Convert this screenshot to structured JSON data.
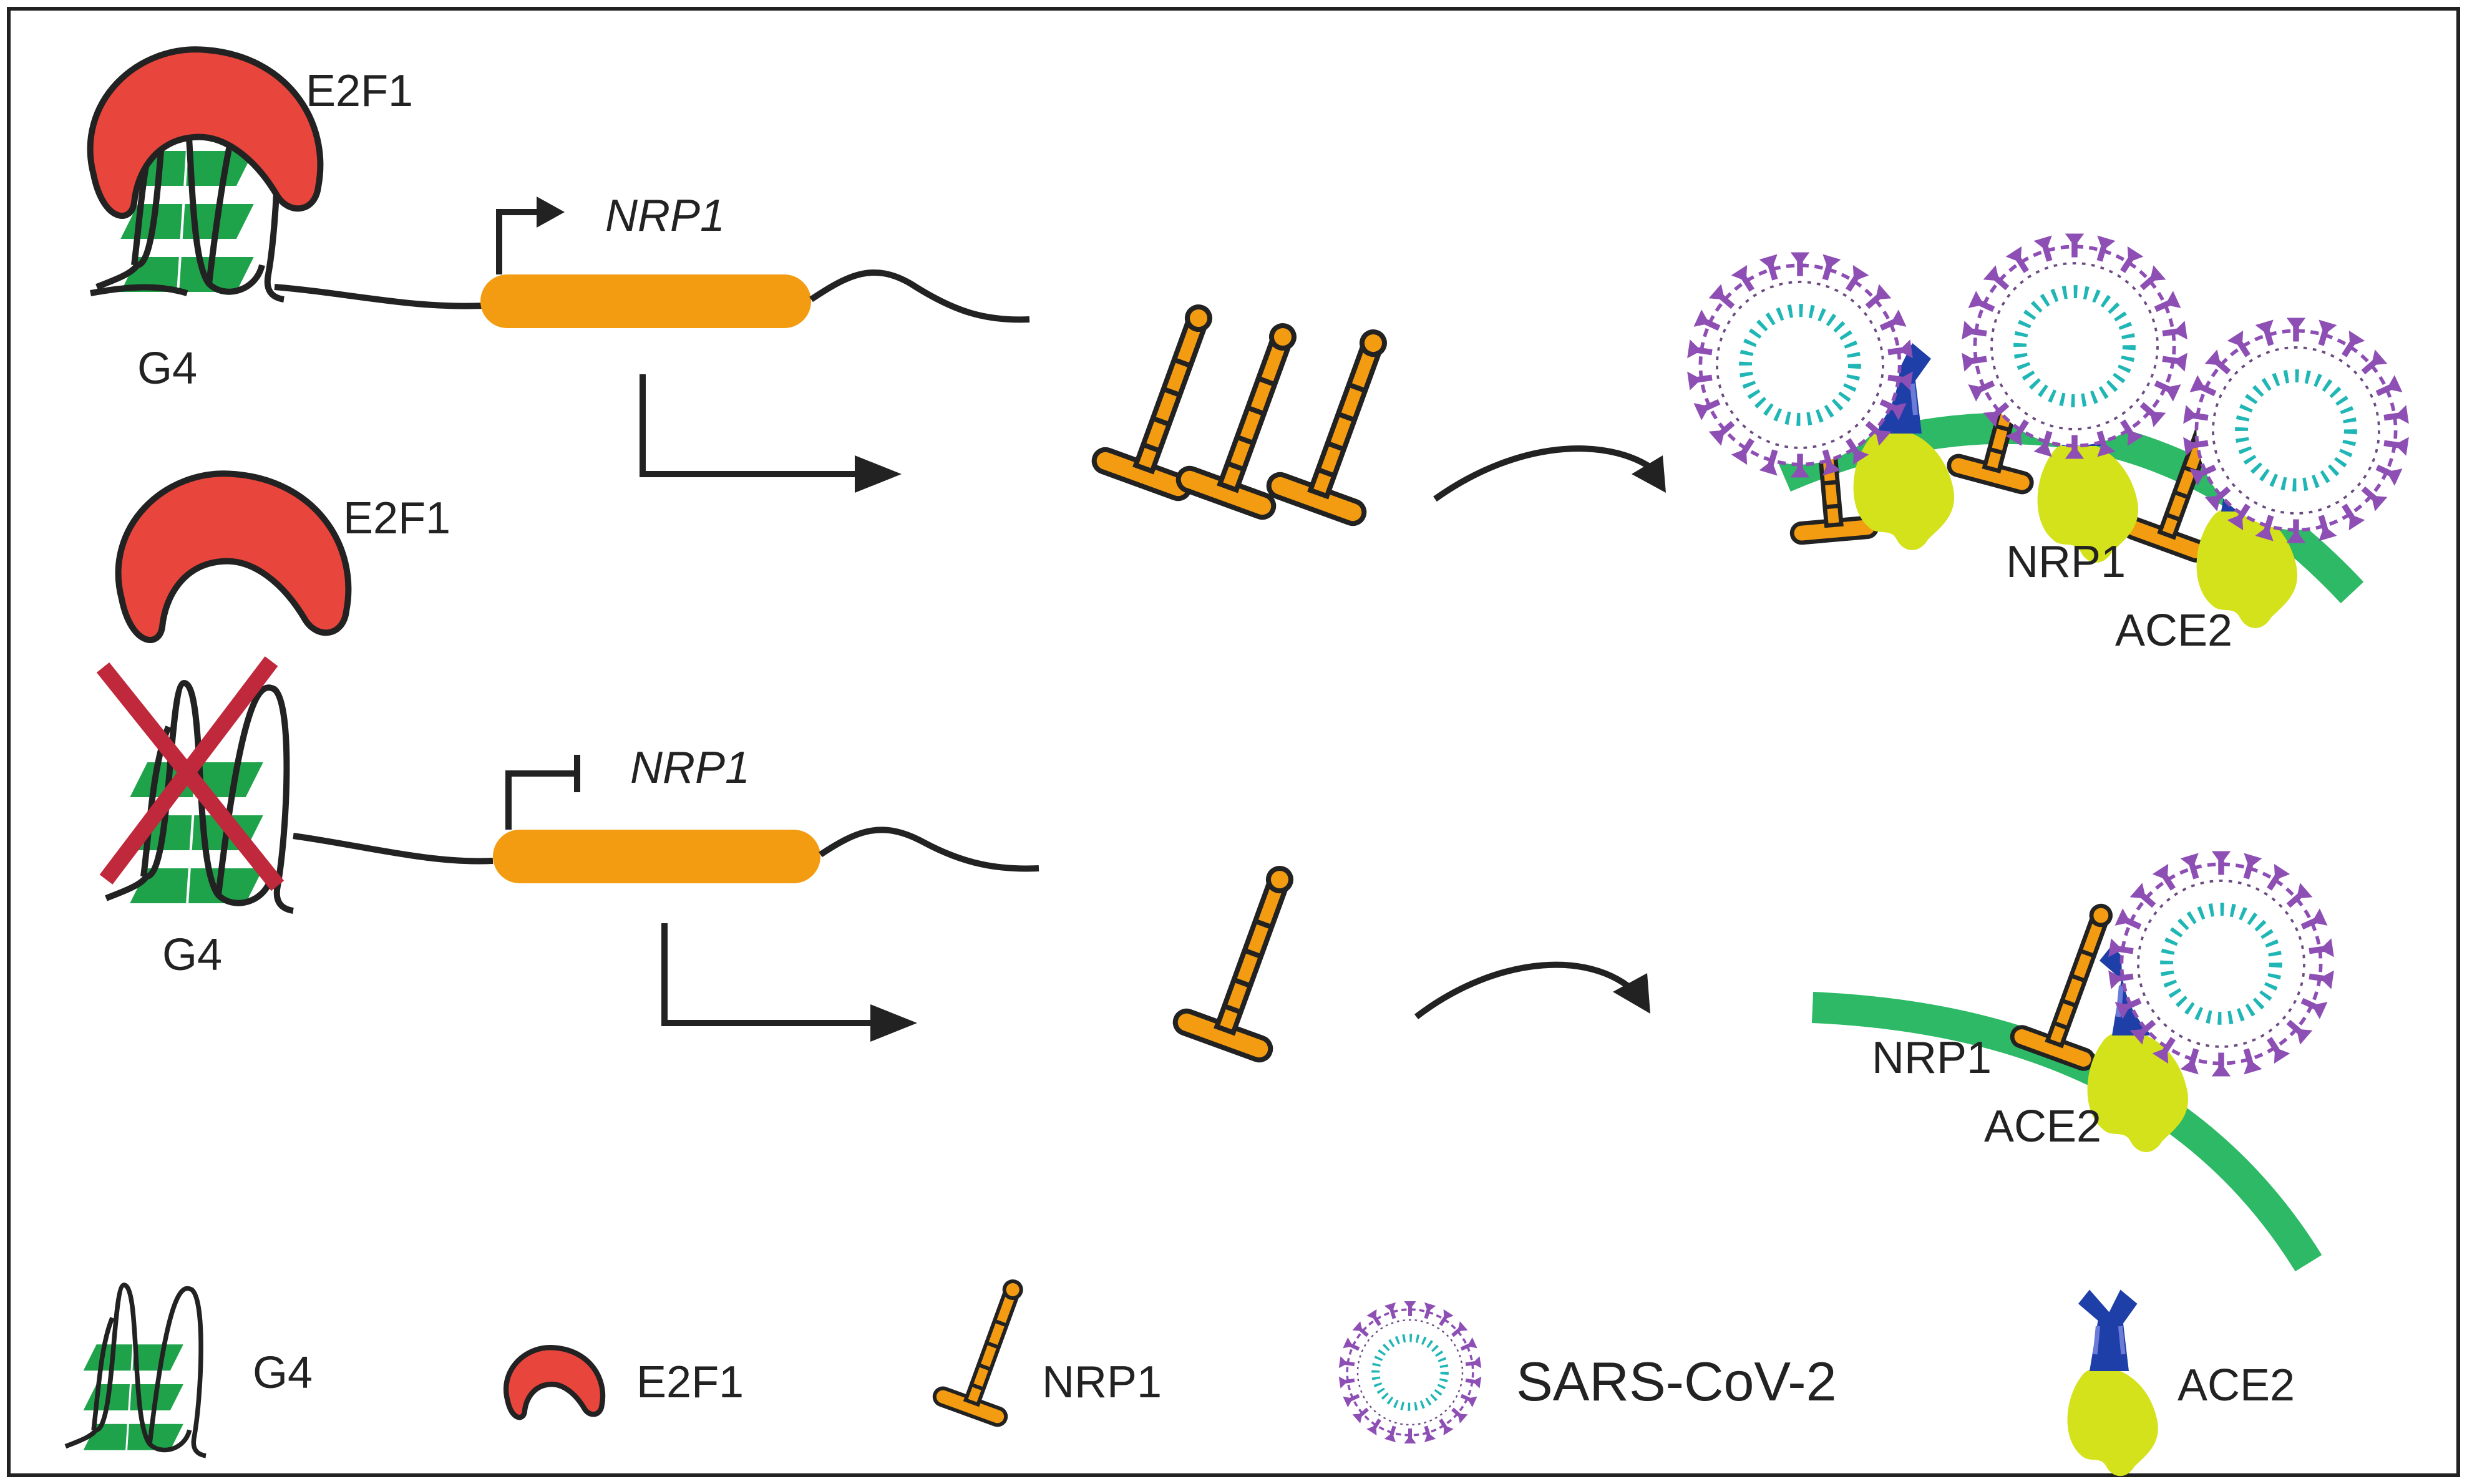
{
  "labels": {
    "e2f1": "E2F1",
    "g4": "G4",
    "nrp1_gene": "NRP1",
    "nrp1_protein": "NRP1",
    "ace2": "ACE2"
  },
  "legend": {
    "g4": "G4",
    "e2f1": "E2F1",
    "nrp1": "NRP1",
    "virus": "SARS-CoV-2",
    "ace2": "ACE2"
  },
  "colors": {
    "e2f1": "#e8453c",
    "g4_plate": "#1fa34a",
    "gene_body": "#f39c12",
    "membrane": "#2db966",
    "receptor": "#f39c12",
    "ace2_base": "#d4e21b",
    "ace2_top": "#1f3fa8",
    "virus_spike": "#8e4fb5",
    "virus_rna": "#20b6b6",
    "cross": "#c0283c",
    "stroke": "#222222"
  },
  "icons": {
    "g4": "g-quadruplex-icon",
    "e2f1": "e2f1-protein-icon",
    "nrp1": "nrp1-receptor-icon",
    "virus": "sars-cov-2-virion-icon",
    "ace2": "ace2-receptor-icon"
  }
}
